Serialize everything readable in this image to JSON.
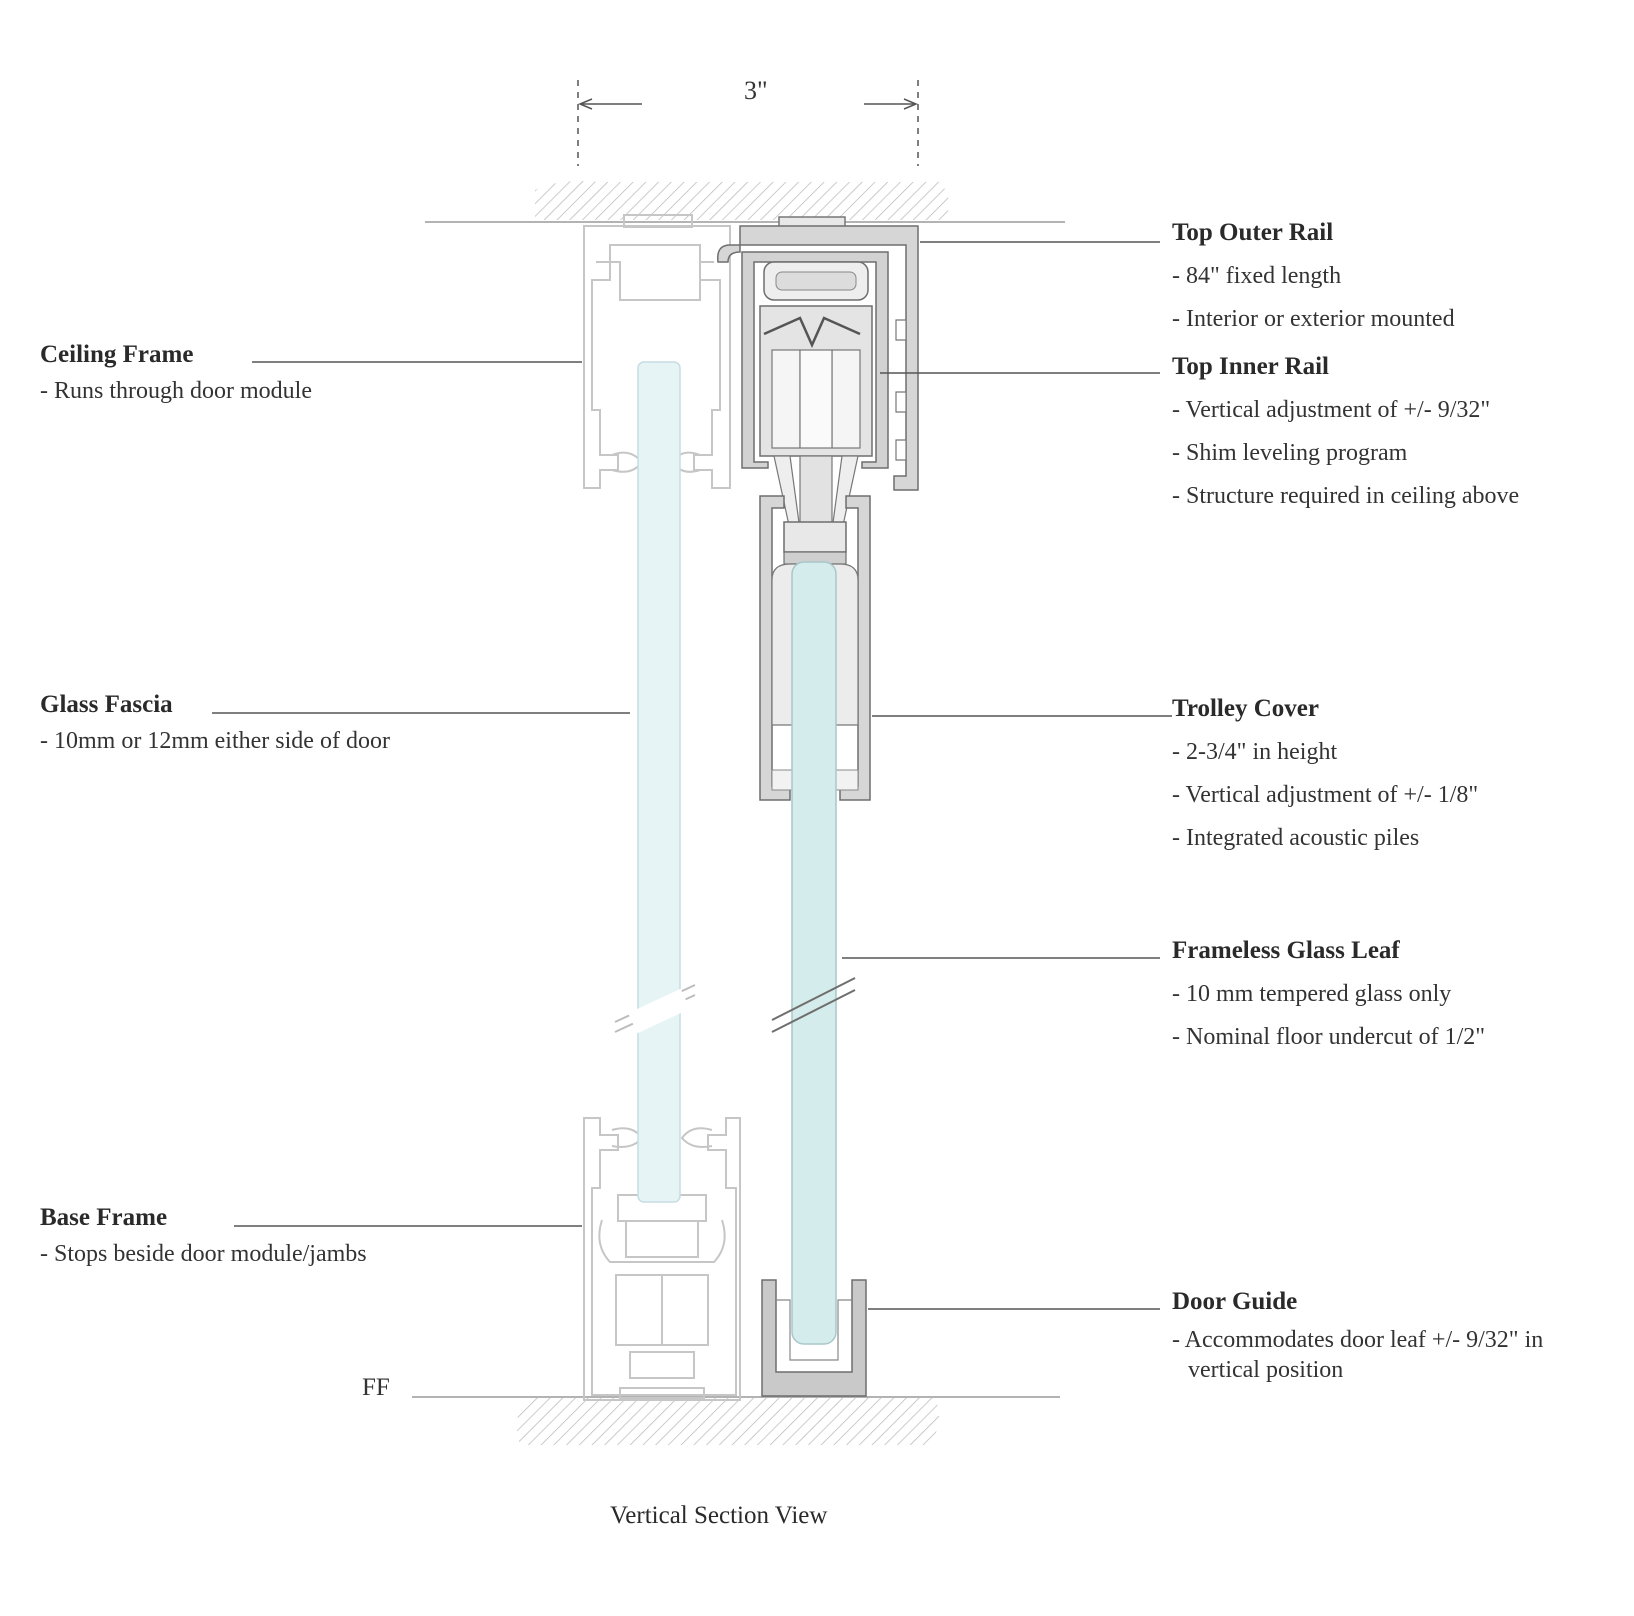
{
  "dimension": "3\"",
  "floor_label": "FF",
  "caption": "Vertical Section View",
  "colors": {
    "glass_leaf": "#d4ecec",
    "glass_fascia": "#e6f4f6",
    "metal": "#d9d9d9",
    "outline": "#6e6e6e",
    "hatch": "#b5b5b5"
  },
  "left_callouts": [
    {
      "title": "Ceiling Frame",
      "lines": [
        "- Runs through door module"
      ]
    },
    {
      "title": "Glass Fascia",
      "lines": [
        "- 10mm or 12mm either side of door"
      ]
    },
    {
      "title": "Base Frame",
      "lines": [
        "- Stops beside door module/jambs"
      ]
    }
  ],
  "right_callouts": [
    {
      "title": "Top Outer Rail",
      "lines": [
        "- 84\" fixed length",
        "- Interior or exterior mounted"
      ]
    },
    {
      "title": "Top Inner Rail",
      "lines": [
        "- Vertical adjustment of +/- 9/32\"",
        "- Shim leveling program",
        "- Structure required in ceiling above"
      ]
    },
    {
      "title": "Trolley Cover",
      "lines": [
        "- 2-3/4\" in height",
        "- Vertical adjustment of +/- 1/8\"",
        "- Integrated acoustic piles"
      ]
    },
    {
      "title": "Frameless Glass Leaf",
      "lines": [
        "- 10 mm tempered glass only",
        "- Nominal floor undercut of 1/2\""
      ]
    },
    {
      "title": "Door Guide",
      "lines": [
        "- Accommodates door leaf +/- 9/32\" in vertical position"
      ]
    }
  ]
}
